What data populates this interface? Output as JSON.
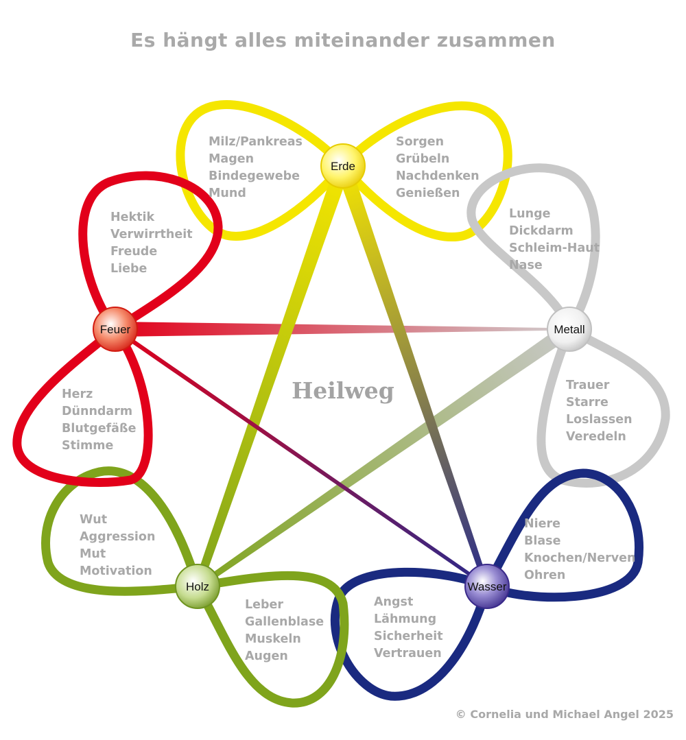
{
  "title": "Es hängt alles miteinander zusammen",
  "center_label": "Heilweg",
  "copyright": "© Cornelia und Michael Angel 2025",
  "colors": {
    "erde": "#f5e600",
    "feuer": "#e2001a",
    "metall": "#c8c8c8",
    "wasser": "#1a2a80",
    "holz": "#7fa41c",
    "text": "#a8a8a8"
  },
  "elements": {
    "erde": {
      "name": "Erde",
      "organs": [
        "Milz/Pankreas",
        "Magen",
        "Bindegewebe",
        "Mund"
      ],
      "emotions": [
        "Sorgen",
        "Grübeln",
        "Nachdenken",
        "Genießen"
      ]
    },
    "metall": {
      "name": "Metall",
      "organs": [
        "Lunge",
        "Dickdarm",
        "Schleim-Haut",
        "Nase"
      ],
      "emotions": [
        "Trauer",
        "Starre",
        "Loslassen",
        "Veredeln"
      ]
    },
    "wasser": {
      "name": "Wasser",
      "organs": [
        "Niere",
        "Blase",
        "Knochen/Nerven",
        "Ohren"
      ],
      "emotions": [
        "Angst",
        "Lähmung",
        "Sicherheit",
        "Vertrauen"
      ]
    },
    "holz": {
      "name": "Holz",
      "organs": [
        "Leber",
        "Gallenblase",
        "Muskeln",
        "Augen"
      ],
      "emotions": [
        "Wut",
        "Aggression",
        "Mut",
        "Motivation"
      ]
    },
    "feuer": {
      "name": "Feuer",
      "organs": [
        "Herz",
        "Dünndarm",
        "Blutgefäße",
        "Stimme"
      ],
      "emotions": [
        "Hektik",
        "Verwirrtheit",
        "Freude",
        "Liebe"
      ]
    }
  }
}
